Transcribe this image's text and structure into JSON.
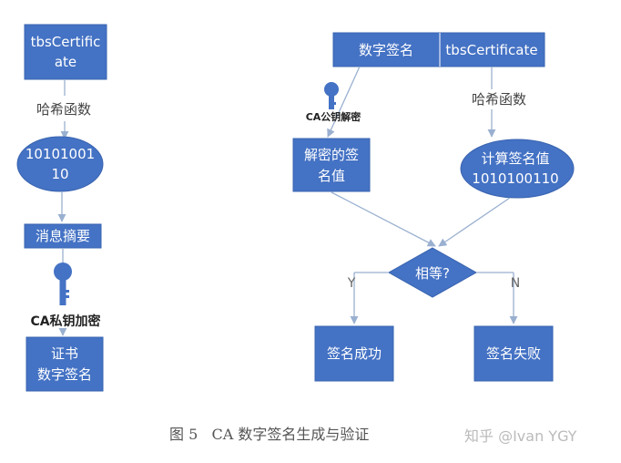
{
  "colors": {
    "node_fill": "#4472c4",
    "node_stroke": "#3a64b0",
    "edge": "#9ab0d0",
    "text_on_node": "#ffffff"
  },
  "left_flow": {
    "tbs_box": [
      "tbsCertific",
      "ate"
    ],
    "hash_label": "哈希函数",
    "bits_ellipse": [
      "10101001",
      "10"
    ],
    "digest_box": "消息摘要",
    "key_label": "CA私钥加密",
    "result_box": [
      "证书",
      "数字签名"
    ]
  },
  "right_flow": {
    "sig_header": "数字签名",
    "tbs_header": "tbsCertificate",
    "pubkey_label": "CA公钥解密",
    "hash_label": "哈希函数",
    "decrypted_box": [
      "解密的签",
      "名值"
    ],
    "computed_ellipse": [
      "计算签名值",
      "1010100110"
    ],
    "decision": "相等?",
    "yes_label": "Y",
    "no_label": "N",
    "success_box": "签名成功",
    "fail_box": "签名失败"
  },
  "caption": "图 5   CA 数字签名生成与验证",
  "watermark": "知乎 @Ivan YGY"
}
